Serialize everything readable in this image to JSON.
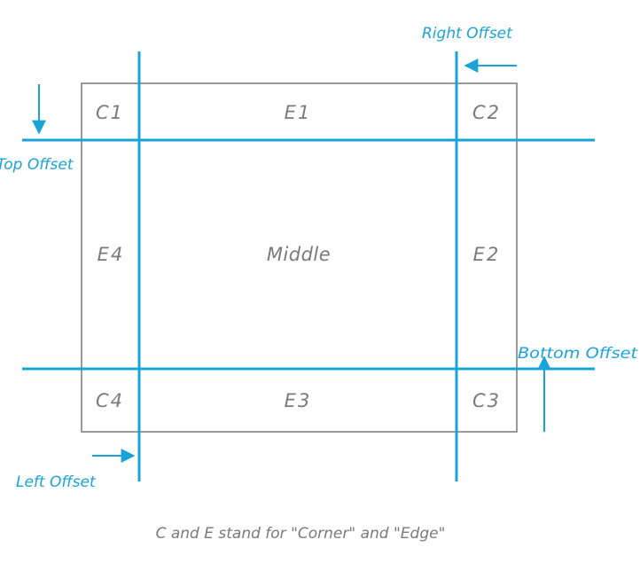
{
  "colors": {
    "accent": "#1aa3d9",
    "frame": "#9a9a9a",
    "label": "#7a7a7a"
  },
  "cells": {
    "c1": "C1",
    "e1": "E1",
    "c2": "C2",
    "e4": "E4",
    "middle": "Middle",
    "e2": "E2",
    "c4": "C4",
    "e3": "E3",
    "c3": "C3"
  },
  "offsets": {
    "top": "Top Offset",
    "right": "Right Offset",
    "bottom": "Bottom Offset",
    "left": "Left Offset"
  },
  "caption": "C and E stand for \"Corner\" and \"Edge\""
}
